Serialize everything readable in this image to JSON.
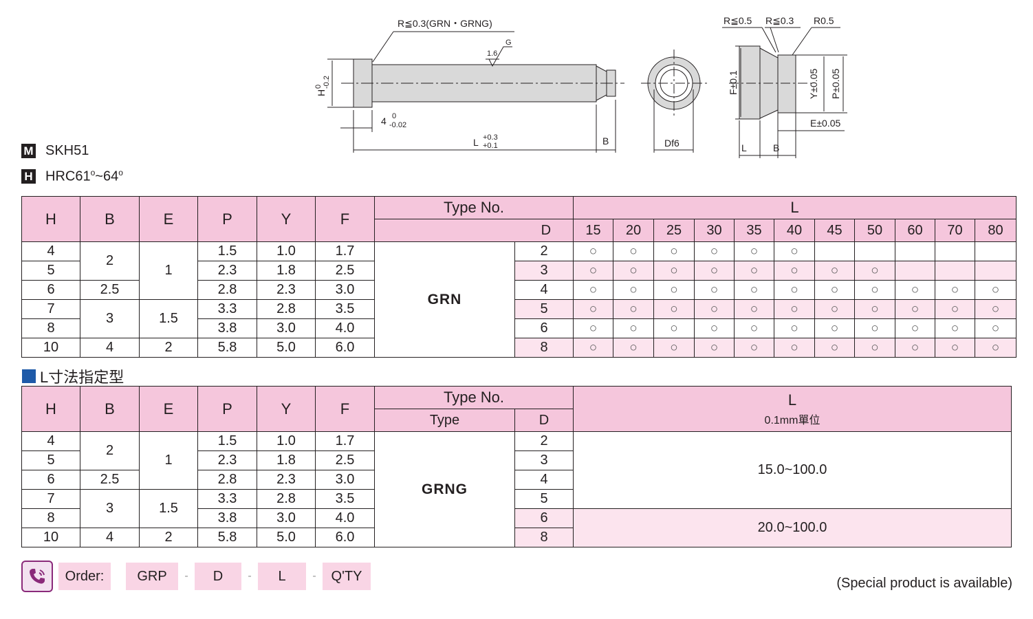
{
  "drawing": {
    "front_radius_note": "R≦0.3(GRN・GRNG)",
    "roughness_value": "1.6",
    "roughness_symbol": "G",
    "h_dim": "H",
    "h_tol_upper": "0",
    "h_tol_lower": "-0.2",
    "four_dim": "4",
    "four_tol_upper": "0",
    "four_tol_lower": "-0.02",
    "l_dim": "L",
    "l_tol_upper": "+0.3",
    "l_tol_lower": "+0.1",
    "b_dim": "B",
    "d_dim": "Df6",
    "r1": "R≦0.5",
    "r2": "R≦0.3",
    "r3": "R0.5",
    "f_dim": "F±0.1",
    "y_dim": "Y±0.05",
    "p_dim": "P±0.05",
    "e_dim": "E±0.05",
    "l_small": "L",
    "b_small": "B"
  },
  "material": {
    "icon": "M",
    "value": "SKH51"
  },
  "hardness": {
    "icon": "H",
    "value": "HRC61",
    "sup1": "o",
    "sep": "~64",
    "sup2": "o"
  },
  "table1": {
    "headers": {
      "H": "H",
      "B": "B",
      "E": "E",
      "P": "P",
      "Y": "Y",
      "F": "F",
      "type_no": "Type  No.",
      "D": "D",
      "L": "L"
    },
    "L_values": [
      "15",
      "20",
      "25",
      "30",
      "35",
      "40",
      "45",
      "50",
      "60",
      "70",
      "80"
    ],
    "type": "GRN",
    "rows": [
      {
        "H": "4",
        "P": "1.5",
        "Y": "1.0",
        "F": "1.7",
        "D": "2",
        "avail": [
          1,
          1,
          1,
          1,
          1,
          1,
          0,
          0,
          0,
          0,
          0
        ]
      },
      {
        "H": "5",
        "P": "2.3",
        "Y": "1.8",
        "F": "2.5",
        "D": "3",
        "avail": [
          1,
          1,
          1,
          1,
          1,
          1,
          1,
          1,
          0,
          0,
          0
        ]
      },
      {
        "H": "6",
        "P": "2.8",
        "Y": "2.3",
        "F": "3.0",
        "D": "4",
        "avail": [
          1,
          1,
          1,
          1,
          1,
          1,
          1,
          1,
          1,
          1,
          1
        ]
      },
      {
        "H": "7",
        "P": "3.3",
        "Y": "2.8",
        "F": "3.5",
        "D": "5",
        "avail": [
          1,
          1,
          1,
          1,
          1,
          1,
          1,
          1,
          1,
          1,
          1
        ]
      },
      {
        "H": "8",
        "P": "3.8",
        "Y": "3.0",
        "F": "4.0",
        "D": "6",
        "avail": [
          1,
          1,
          1,
          1,
          1,
          1,
          1,
          1,
          1,
          1,
          1
        ]
      },
      {
        "H": "10",
        "P": "5.8",
        "Y": "5.0",
        "F": "6.0",
        "D": "8",
        "avail": [
          1,
          1,
          1,
          1,
          1,
          1,
          1,
          1,
          1,
          1,
          1
        ]
      }
    ],
    "B_groups": [
      "2",
      "2.5",
      "3",
      "4"
    ],
    "E_groups": [
      "1",
      "1.5",
      "2"
    ],
    "mark": "○"
  },
  "section2_title": "L寸法指定型",
  "table2": {
    "headers": {
      "H": "H",
      "B": "B",
      "E": "E",
      "P": "P",
      "Y": "Y",
      "F": "F",
      "type_no": "Type  No.",
      "type": "Type",
      "D": "D",
      "L": "L",
      "L_unit": "0.1mm單位"
    },
    "type": "GRNG",
    "rows": [
      {
        "H": "4",
        "P": "1.5",
        "Y": "1.0",
        "F": "1.7",
        "D": "2"
      },
      {
        "H": "5",
        "P": "2.3",
        "Y": "1.8",
        "F": "2.5",
        "D": "3"
      },
      {
        "H": "6",
        "P": "2.8",
        "Y": "2.3",
        "F": "3.0",
        "D": "4"
      },
      {
        "H": "7",
        "P": "3.3",
        "Y": "2.8",
        "F": "3.5",
        "D": "5"
      },
      {
        "H": "8",
        "P": "3.8",
        "Y": "3.0",
        "F": "4.0",
        "D": "6"
      },
      {
        "H": "10",
        "P": "5.8",
        "Y": "5.0",
        "F": "6.0",
        "D": "8"
      }
    ],
    "B_groups": [
      "2",
      "2.5",
      "3",
      "4"
    ],
    "E_groups": [
      "1",
      "1.5",
      "2"
    ],
    "range1": "15.0~100.0",
    "range2": "20.0~100.0"
  },
  "order": {
    "icon": "phone-icon",
    "label": "Order:",
    "parts": [
      "GRP",
      "D",
      "L",
      "Q'TY"
    ],
    "sep": "-",
    "note": "(Special product is available)"
  }
}
